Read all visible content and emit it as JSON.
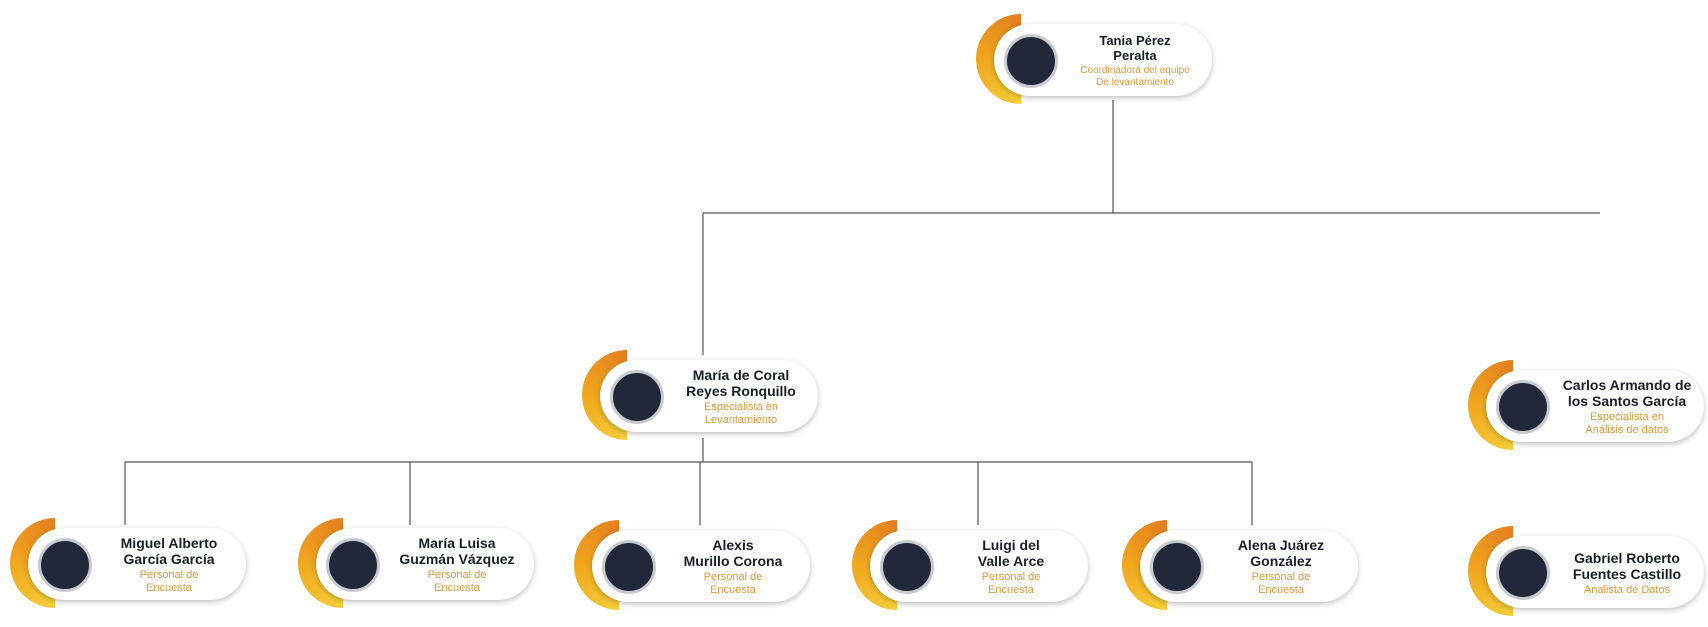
{
  "colors": {
    "connector": "#555555",
    "arc_start": "#f6cf3a",
    "arc_end": "#e47f20",
    "avatar": "#22283a",
    "name": "#1a1d2a",
    "role": "#e19a3a"
  },
  "nodes": {
    "coordinator": {
      "name": "Tania Pérez\nPeralta",
      "role": "Coordinadora del equipo\nDe levantamiento"
    },
    "survey_specialist": {
      "name": "María de Coral\nReyes Ronquillo",
      "role": "Especialista en\nLevantamiento"
    },
    "data_specialist": {
      "name": "Carlos Armando de\nlos Santos García",
      "role": "Especialista en\nAnálisis de datos"
    },
    "staff_1": {
      "name": "Miguel Alberto\nGarcía García",
      "role": "Personal de\nEncuesta"
    },
    "staff_2": {
      "name": "María Luisa\nGuzmán Vázquez",
      "role": "Personal de\nEncuesta"
    },
    "staff_3": {
      "name": "Alexis\nMurillo Corona",
      "role": "Personal de\nEncuesta"
    },
    "staff_4": {
      "name": "Luigi del\nValle Arce",
      "role": "Personal de\nEncuesta"
    },
    "staff_5": {
      "name": "Alena Juárez\nGonzález",
      "role": "Personal de\nEncuesta"
    },
    "analyst": {
      "name": "Gabriel Roberto\nFuentes Castillo",
      "role": "Analista de Datos"
    }
  }
}
